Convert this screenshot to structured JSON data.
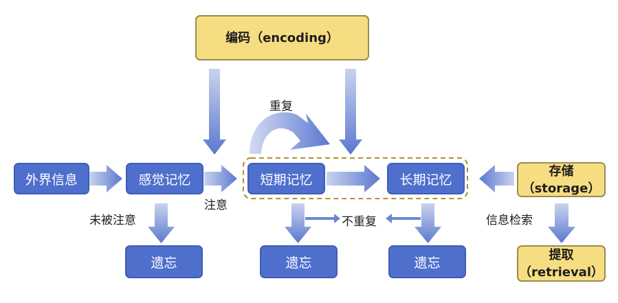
{
  "nodes": {
    "external_info": "外界信息",
    "sensory_memory": "感觉记忆",
    "short_term_memory": "短期记忆",
    "long_term_memory": "长期记忆",
    "forget_1": "遗忘",
    "forget_2": "遗忘",
    "forget_3": "遗忘",
    "encoding": "编码（encoding）",
    "storage_title": "存储",
    "storage_sub": "（storage）",
    "retrieval_title": "提取",
    "retrieval_sub": "（retrieval）"
  },
  "labels": {
    "repeat": "重复",
    "attention": "注意",
    "not_attended": "未被注意",
    "no_repeat": "不重复",
    "info_retrieval": "信息检索"
  },
  "colors": {
    "blue_box": "#4f6fcc",
    "yellow_box": "#f7dd82",
    "arrow": "#7b93d7",
    "dashed_border": "#b08f2a"
  }
}
